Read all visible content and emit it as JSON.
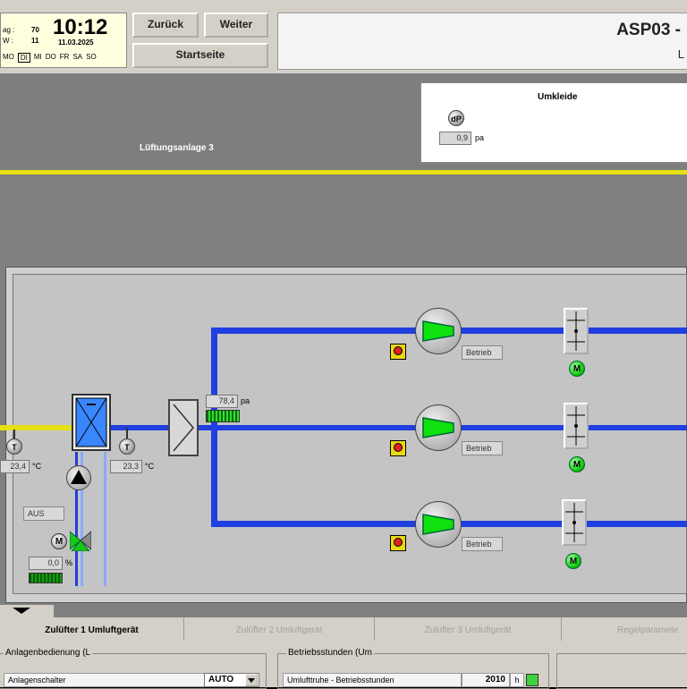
{
  "clock": {
    "tag_label": "ag :",
    "tag_value": "70",
    "kw_label": "W :",
    "kw_value": "11",
    "time": "10:12",
    "date": "11.03.2025",
    "weekdays": [
      "MO",
      "DI",
      "MI",
      "DO",
      "FR",
      "SA",
      "SO"
    ],
    "active_day": "DI"
  },
  "nav": {
    "back": "Zurück",
    "forward": "Weiter",
    "home": "Startseite"
  },
  "title": {
    "main": "ASP03 -",
    "sub": "L"
  },
  "plant": {
    "name": "Lüftungsanlage 3"
  },
  "umkleide": {
    "title": "Umkleide",
    "dp_icon": "dP",
    "dp_value": "0,9",
    "dp_unit": "pa"
  },
  "sensors": {
    "t1_icon": "T",
    "t1_value": "23,4",
    "t1_unit": "°C",
    "t2_icon": "T",
    "t2_value": "23,3",
    "t2_unit": "°C",
    "filter_value": "78,4",
    "filter_unit": "pa",
    "pump_status": "AUS",
    "valve_value": "0,0",
    "valve_unit": "%",
    "valve_motor": "M"
  },
  "fans": [
    {
      "status": "Betrieb",
      "motor": "M"
    },
    {
      "status": "Betrieb",
      "motor": "M"
    },
    {
      "status": "Betrieb",
      "motor": "M"
    }
  ],
  "tabs": [
    {
      "label": "Zulüfter 1 Umluftgerät",
      "active": true
    },
    {
      "label": "Zulüfter 2 Umluftgerät",
      "active": false
    },
    {
      "label": "Zulüfter 3 Umluftgerät",
      "active": false
    },
    {
      "label": "Regelparamete",
      "active": false
    }
  ],
  "anlagen": {
    "group_label": "Anlagenbedienung (L",
    "row_label": "Anlagenschalter",
    "row_value": "AUTO"
  },
  "betrieb": {
    "group_label": "Betriebsstunden (Um",
    "row_label": "Umlufttruhe - Betriebsstunden",
    "row_value": "2010",
    "row_unit": "h"
  },
  "colors": {
    "pipe_blue": "#1f3fe0",
    "pipe_yellow": "#e6e010",
    "fan_green": "#10e010",
    "background": "#808080"
  }
}
